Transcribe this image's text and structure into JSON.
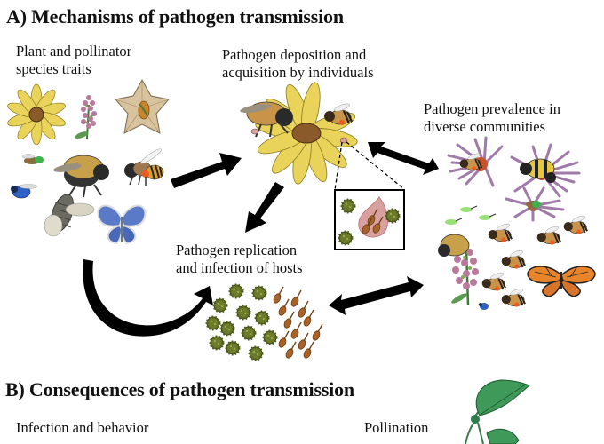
{
  "panel_a": {
    "title": "A) Mechanisms of pathogen transmission",
    "labels": {
      "traits_line1": "Plant and pollinator",
      "traits_line2": "species traits",
      "deposition_line1": "Pathogen deposition and",
      "deposition_line2": "acquisition by individuals",
      "prevalence_line1": "Pathogen prevalence in",
      "prevalence_line2": "diverse communities",
      "replication_line1": "Pathogen replication",
      "replication_line2": "and infection of hosts"
    },
    "icons": [
      "black-eyed-susan-flower-icon",
      "milkweed-flower-icon",
      "tan-star-flower-icon",
      "green-sweat-bee-icon",
      "bumble-bee-icon",
      "honey-bee-icon",
      "blue-mason-bee-icon",
      "gray-fly-icon",
      "blue-butterfly-icon",
      "aster-flower-icon",
      "monarch-butterfly-icon",
      "pathogen-particle-icon",
      "trypanosome-parasite-icon"
    ],
    "colors": {
      "arrow": "#000000",
      "flower_yellow": "#e9d35a",
      "flower_center": "#8a5a2b",
      "pathogen_green": "#6b7b2a",
      "parasite_brown": "#a8632a",
      "aster_purple": "#a07aa8",
      "droplet_pink": "#d9a0a0"
    }
  },
  "panel_b": {
    "title": "B) Consequences of pathogen transmission",
    "labels": {
      "infection_behavior": "Infection and behavior",
      "pollination": "Pollination"
    }
  }
}
